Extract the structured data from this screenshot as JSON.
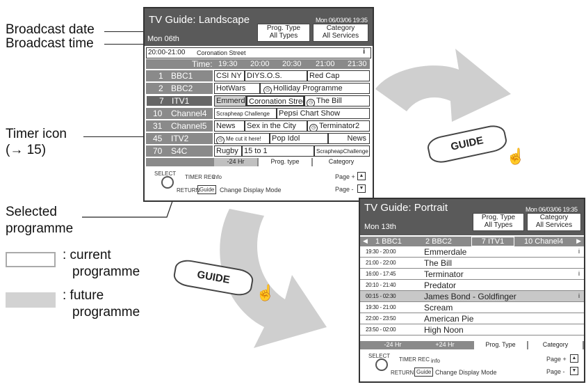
{
  "callouts": {
    "broadcast_date": "Broadcast date",
    "broadcast_time": "Broadcast time",
    "timer_icon": "Timer icon",
    "timer_ref": "(→ 15)",
    "selected_line1": "Selected",
    "selected_line2": "programme"
  },
  "legend": {
    "current_1": ": current",
    "current_2": "programme",
    "future_1": ": future",
    "future_2": "programme"
  },
  "guide_label": "GUIDE",
  "landscape": {
    "title": "TV Guide: Landscape",
    "clock": "Mon 06/03/06 19:35",
    "prog_type_label": "Prog. Type",
    "prog_type_value": "All Types",
    "category_label": "Category",
    "category_value": "All Services",
    "date": "Mon 06th",
    "current_time": "20:00-21:00",
    "current_prog": "Coronation Street",
    "info_icon": "i",
    "time_label": "Time:",
    "times": [
      "19:30",
      "20:00",
      "20:30",
      "21:00",
      "21:30"
    ],
    "channels": [
      {
        "num": "1",
        "name": "BBC1",
        "progs": [
          "CSI NY",
          "DIYS.O.S.",
          "Red Cap"
        ]
      },
      {
        "num": "2",
        "name": "BBC2",
        "progs": [
          "HotWars",
          "Holliday Programme"
        ]
      },
      {
        "num": "7",
        "name": "ITV1",
        "progs": [
          "Emmerd",
          "Coronation Street",
          "The Bill"
        ]
      },
      {
        "num": "10",
        "name": "Channel4",
        "progs": [
          "Scrapheap Challenge",
          "Pepsi Chart Show"
        ]
      },
      {
        "num": "31",
        "name": "Channel5",
        "progs": [
          "News",
          "Sex in the City",
          "Terminator2"
        ]
      },
      {
        "num": "45",
        "name": "ITV2",
        "progs": [
          "Me cut it here!",
          "Pop Idol",
          "News"
        ]
      },
      {
        "num": "70",
        "name": "S4C",
        "progs": [
          "Rugby",
          "15 to 1",
          "ScrapheapChallenge"
        ]
      }
    ],
    "tabs": [
      "-24 Hr",
      "Prog. type",
      "Category"
    ],
    "footer": {
      "select": "SELECT",
      "timer_rec": "TIMER REC",
      "info": "info",
      "return": "RETURN",
      "guide_btn": "Guide",
      "change_mode": "Change Display Mode",
      "page_up": "Page +",
      "page_down": "Page -"
    }
  },
  "portrait": {
    "title": "TV Guide: Portrait",
    "clock": "Mon 06/03/06 19:35",
    "prog_type_label": "Prog. Type",
    "prog_type_value": "All Types",
    "category_label": "Category",
    "category_value": "All Services",
    "date": "Mon 13th",
    "channels": [
      "1 BBC1",
      "2 BBC2",
      "7 ITV1",
      "10 Chanel4"
    ],
    "programmes": [
      {
        "time": "19:30 - 20:00",
        "name": "Emmerdale",
        "info": "i"
      },
      {
        "time": "21:00 - 22:00",
        "name": "The Bill",
        "info": ""
      },
      {
        "time": "16:00 - 17:45",
        "name": "Terminator",
        "info": "i"
      },
      {
        "time": "20:10 - 21:40",
        "name": "Predator",
        "info": ""
      },
      {
        "time": "00:15 - 02:30",
        "name": "James Bond - Goldfinger",
        "info": "i"
      },
      {
        "time": "19:30 - 21:00",
        "name": "Scream",
        "info": ""
      },
      {
        "time": "22:00 - 23:50",
        "name": "American Pie",
        "info": ""
      },
      {
        "time": "23:50 - 02:00",
        "name": "High Noon",
        "info": ""
      }
    ],
    "tabs": [
      "-24 Hr",
      "+24 Hr",
      "Prog. Type",
      "Category"
    ],
    "footer": {
      "select": "SELECT",
      "timer_rec": "TIMER REC",
      "info": "info",
      "return": "RETURN",
      "guide_btn": "Guide",
      "change_mode": "Change Display Mode",
      "page_up": "Page +",
      "page_down": "Page -"
    }
  },
  "colors": {
    "header": "#5a5a5a",
    "channel": "#8a8a8a",
    "future": "#d2d2d2",
    "arrow": "#cfcfcf"
  }
}
